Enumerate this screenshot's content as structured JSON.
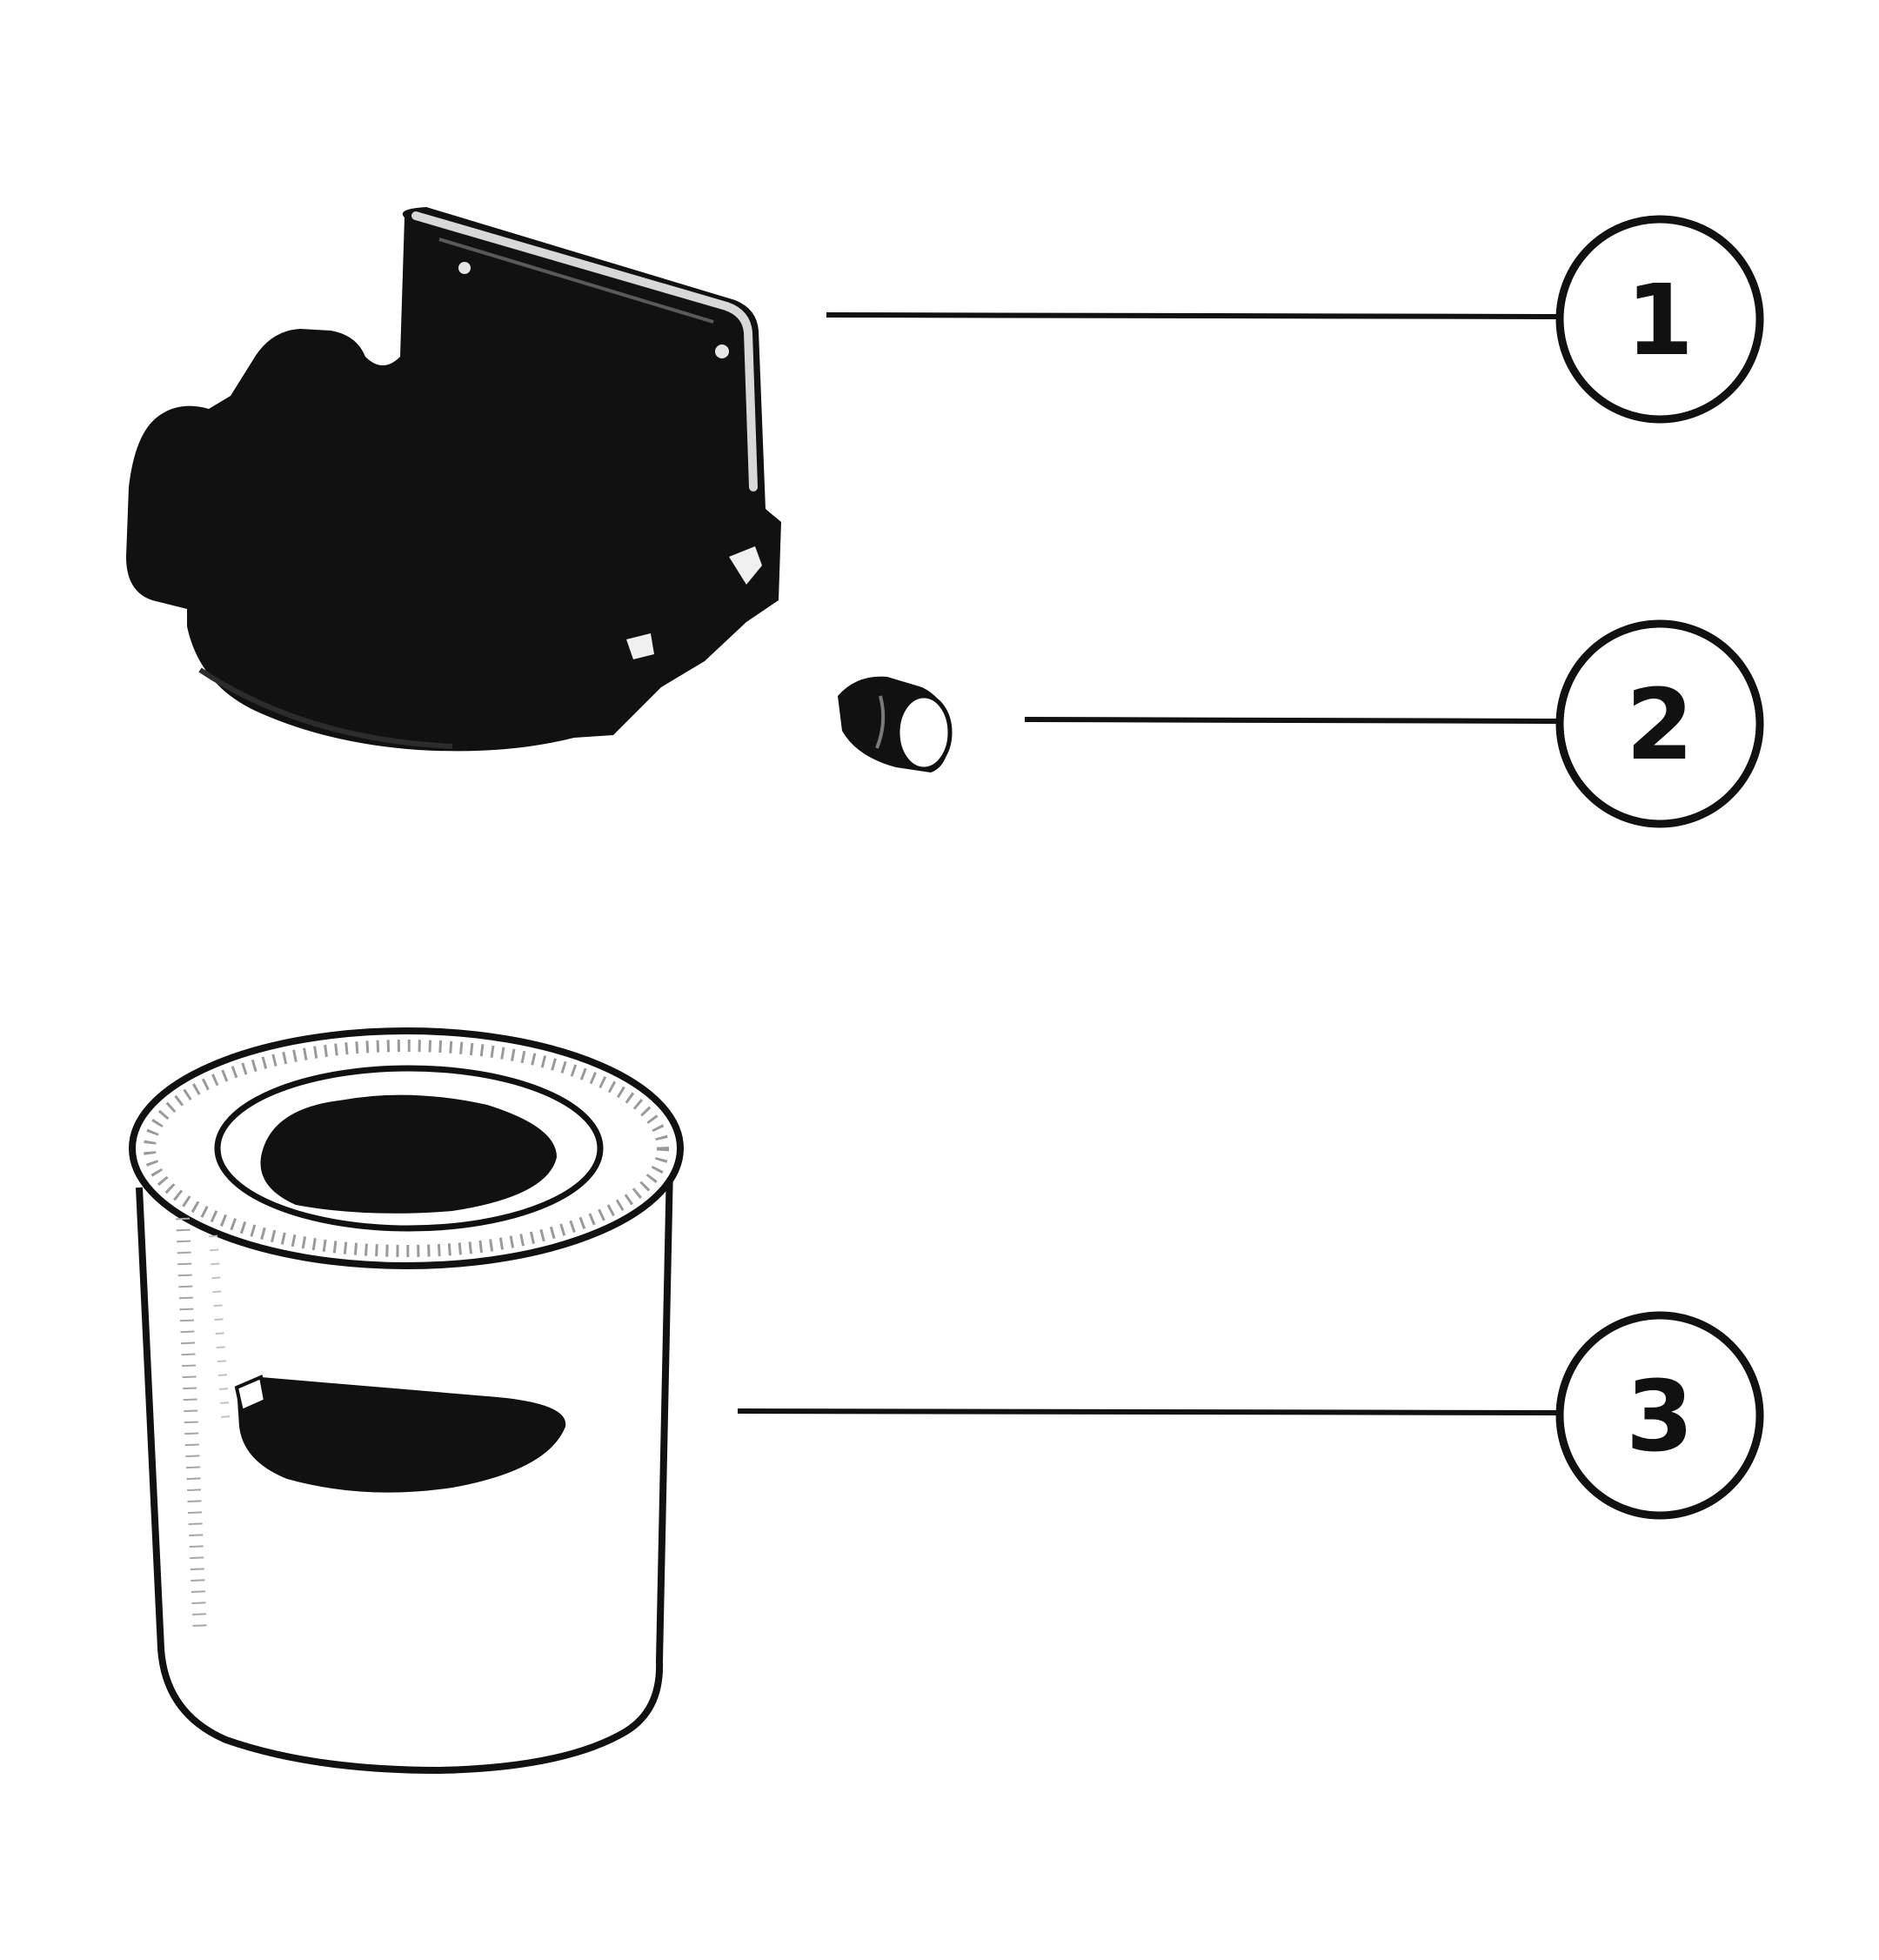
{
  "diagram": {
    "type": "exploded-parts-illustration",
    "colors": {
      "ink": "#111111",
      "paper": "#ffffff",
      "shade": "#8a8a8a"
    },
    "parts": [
      {
        "id": "1",
        "icon": "filter-head-bracket-icon",
        "callout": "1"
      },
      {
        "id": "2",
        "icon": "pipe-plug-icon",
        "callout": "2"
      },
      {
        "id": "3",
        "icon": "filter-canister-icon",
        "callout": "3"
      }
    ]
  }
}
